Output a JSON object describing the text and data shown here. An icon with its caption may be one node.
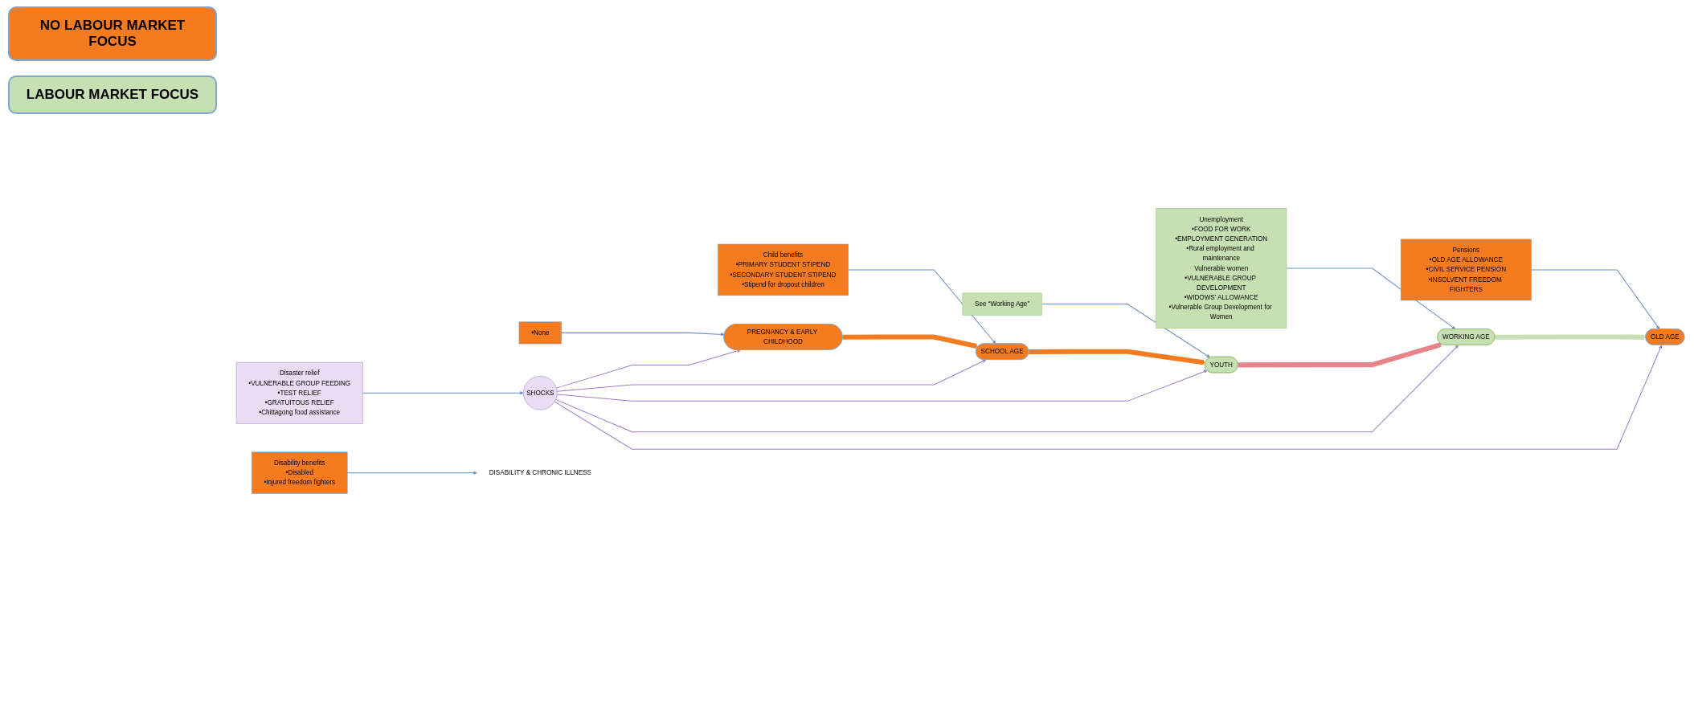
{
  "diagram": {
    "nodes": [
      {
        "text": [
          "•None"
        ]
      },
      {
        "text": [
          "PREGNANCY & EARLY CHILDHOOD"
        ]
      },
      {
        "text": [
          "Child benefits",
          "•PRIMARY STUDENT STIPEND",
          "•SECONDARY STUDENT STIPEND",
          "•Stipend for dropout children"
        ]
      },
      {
        "text": [
          "OLD AGE"
        ]
      },
      {
        "text": [
          "Pensions",
          "•OLD AGE ALLOWANCE",
          "•CIVIL SERVICE PENSION",
          "•INSOLVENT FREEDOM FIGHTERS"
        ]
      },
      {
        "text": [
          "SCHOOL AGE"
        ]
      },
      {
        "text": [
          "SHOCKS"
        ]
      },
      {
        "text": [
          "Disaster relief",
          "•VULNERABLE GROUP FEEDING",
          "•TEST RELIEF",
          "•GRATUITOUS RELIEF",
          "•Chittagong food assistance"
        ]
      },
      {
        "text": [
          "Unemployment",
          "•FOOD FOR WORK",
          "•EMPLOYMENT GENERATION",
          "•Rural employment and maintenance",
          "Vulnerable women",
          "•VULNERABLE GROUP DEVELOPMENT",
          "•WIDOWS’ ALLOWANCE",
          "•Vulnerable Group Development for Women"
        ]
      },
      {
        "text": [
          "DISABILITY & CHRONIC ILLNESS"
        ]
      },
      {
        "text": [
          "WORKING AGE"
        ]
      },
      {
        "text": [
          "YOUTH"
        ]
      },
      {
        "text": [
          "See “Working Age”"
        ]
      },
      {
        "text": [
          "Disability benefits",
          "•Disabled",
          "•Injured freedom fighters"
        ]
      }
    ],
    "edges": [
      {
        "from": 0,
        "to": 1,
        "arrow": "to"
      },
      {
        "from": 2,
        "to": 5,
        "arrow": "to"
      },
      {
        "from": 4,
        "to": 3,
        "arrow": "to"
      },
      {
        "from": 7,
        "to": 6,
        "arrow": "to"
      },
      {
        "from": 8,
        "to": 10,
        "arrow": "to"
      },
      {
        "from": 12,
        "to": 11,
        "arrow": "to"
      },
      {
        "from": 13,
        "to": 9,
        "arrow": "to"
      },
      {
        "from": 1,
        "to": 5,
        "arrow": "to",
        "style": "thick",
        "color": "#f47b20"
      },
      {
        "from": 5,
        "to": 11,
        "arrow": "to",
        "style": "thick",
        "color": "#f47b20"
      },
      {
        "from": 11,
        "to": 10,
        "arrow": "to",
        "style": "thick",
        "color": "#e8838a"
      },
      {
        "from": 10,
        "to": 3,
        "arrow": "to",
        "style": "thick",
        "color": "#c6e0b4"
      },
      {
        "from": 6,
        "to": 1,
        "arrow": "to",
        "color": "#9b7fc9"
      },
      {
        "from": 6,
        "to": 5,
        "arrow": "to",
        "color": "#9b7fc9"
      },
      {
        "from": 6,
        "to": 3,
        "arrow": "to",
        "color": "#9b7fc9"
      },
      {
        "from": 6,
        "to": 10,
        "arrow": "to",
        "color": "#9b7fc9"
      },
      {
        "from": 6,
        "to": 11,
        "arrow": "to",
        "color": "#9b7fc9"
      }
    ],
    "legend": [
      {
        "text": "NO LABOUR MARKET FOCUS",
        "color": "#f47b20"
      },
      {
        "text": "LABOUR MARKET FOCUS",
        "color": "#c6e0b4"
      }
    ]
  }
}
